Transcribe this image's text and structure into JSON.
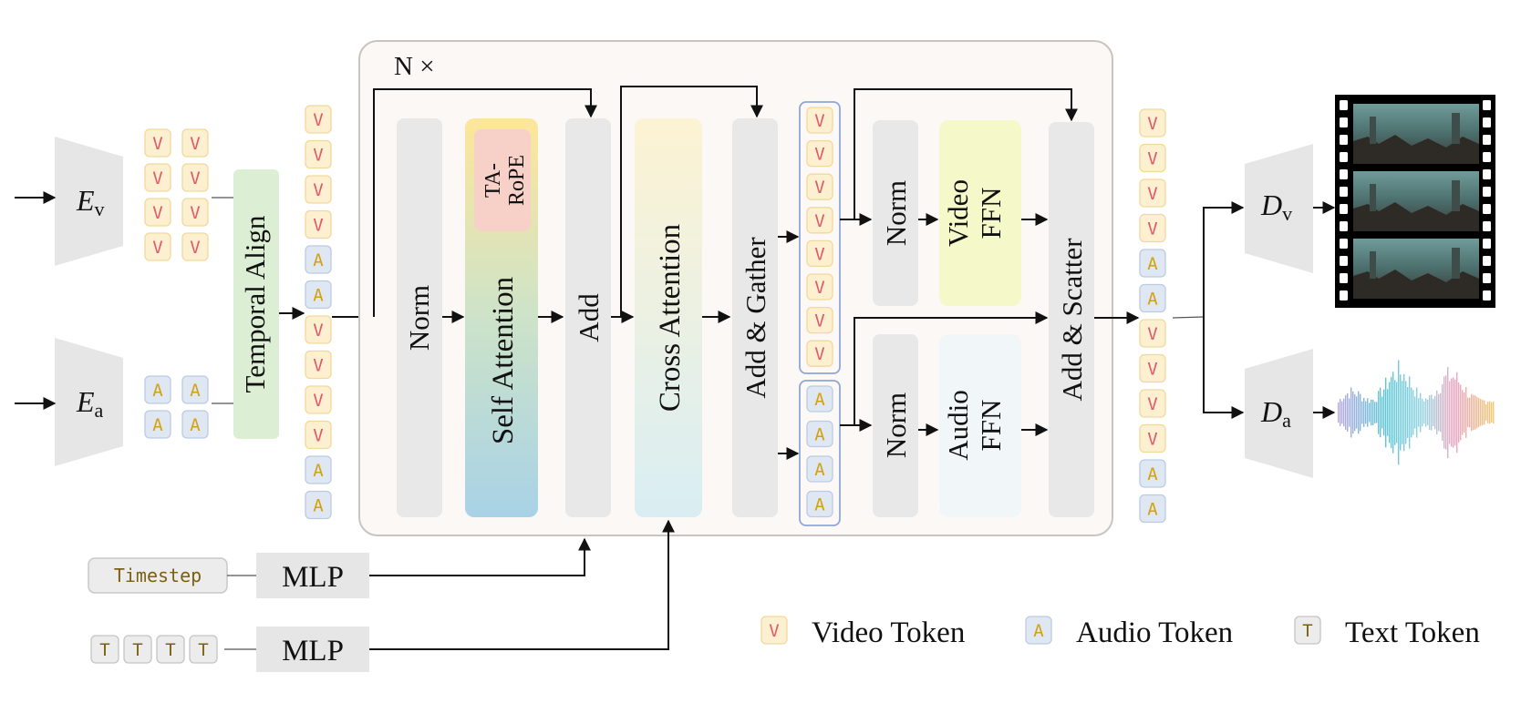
{
  "encoders": {
    "video": {
      "symbol": "E",
      "sub": "v"
    },
    "audio": {
      "symbol": "E",
      "sub": "a"
    }
  },
  "decoders": {
    "video": {
      "symbol": "D",
      "sub": "v"
    },
    "audio": {
      "symbol": "D",
      "sub": "a"
    }
  },
  "tokens": {
    "video": "V",
    "audio": "A",
    "text": "T"
  },
  "blocks": {
    "temporal_align": "Temporal Align",
    "repeat": "N ×",
    "norm": "Norm",
    "self_attention": "Self  Attention",
    "ta_rope_line1": "TA-",
    "ta_rope_line2": "RoPE",
    "add": "Add",
    "cross_attention": "Cross Attention",
    "add_gather": "Add & Gather",
    "norm_video": "Norm",
    "video_ffn_line1": "Video",
    "video_ffn_line2": "FFN",
    "norm_audio": "Norm",
    "audio_ffn_line1": "Audio",
    "audio_ffn_line2": "FFN",
    "add_scatter": "Add & Scatter"
  },
  "conditioning": {
    "timestep": "Timestep",
    "mlp_timestep": "MLP",
    "mlp_text": "MLP"
  },
  "legend": {
    "video": "Video Token",
    "audio": "Audio Token",
    "text": "Text Token"
  },
  "colors": {
    "video_token_fill": "#fdf0d0",
    "video_token_text": "#e05a6a",
    "audio_token_fill": "#dfe7f3",
    "audio_token_text": "#d4a20c",
    "text_token_fill": "#ececec",
    "text_token_text": "#7a6010",
    "gray_block": "#e8e8e8",
    "main_frame": "#fcf8f6",
    "group_border": "#8fa6d8"
  }
}
